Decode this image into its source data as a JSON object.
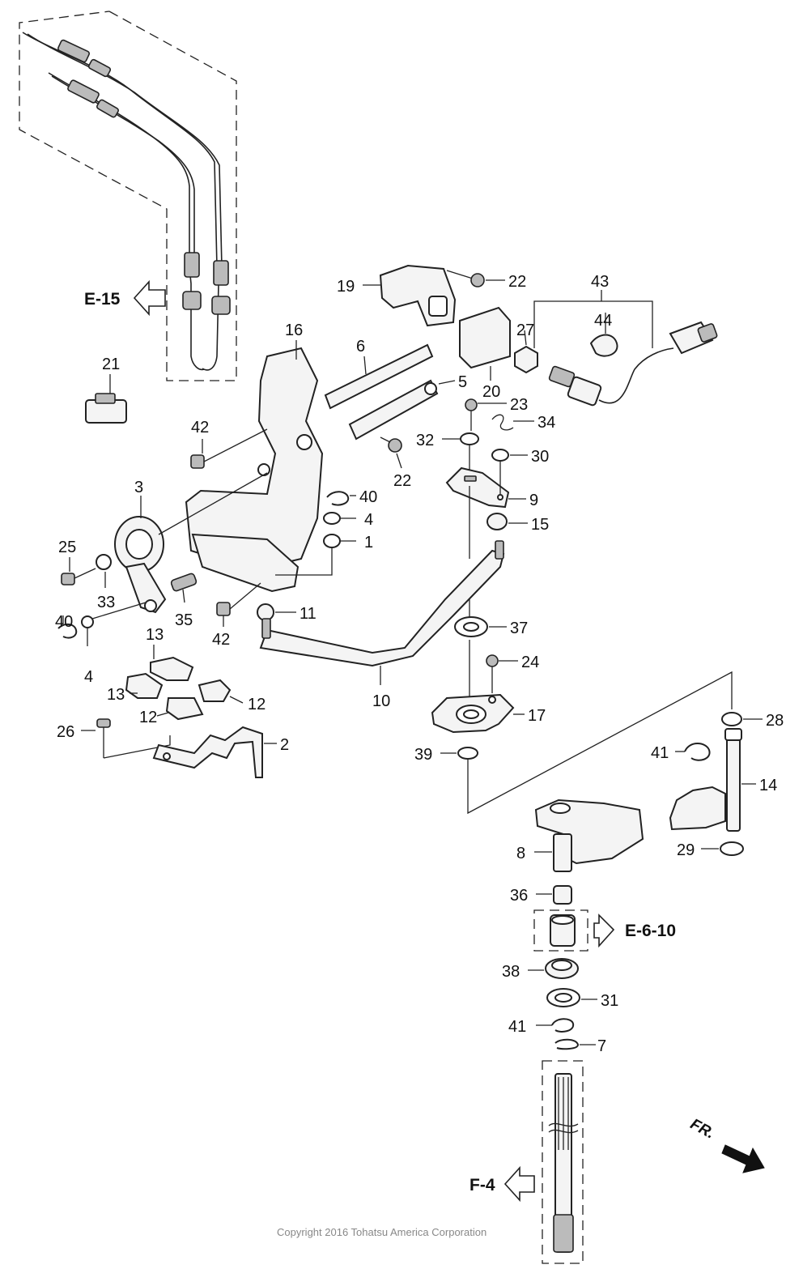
{
  "diagram": {
    "callouts": {
      "c1": "1",
      "c2": "2",
      "c3": "3",
      "c4a": "4",
      "c4b": "4",
      "c5": "5",
      "c6": "6",
      "c7": "7",
      "c8": "8",
      "c9": "9",
      "c10": "10",
      "c11": "11",
      "c12a": "12",
      "c12b": "12",
      "c13a": "13",
      "c13b": "13",
      "c14": "14",
      "c15": "15",
      "c16": "16",
      "c17": "17",
      "c19": "19",
      "c20": "20",
      "c21": "21",
      "c22a": "22",
      "c22b": "22",
      "c23": "23",
      "c24": "24",
      "c25": "25",
      "c26": "26",
      "c27": "27",
      "c28": "28",
      "c29": "29",
      "c30": "30",
      "c31": "31",
      "c32": "32",
      "c33": "33",
      "c34": "34",
      "c35": "35",
      "c36": "36",
      "c37": "37",
      "c38": "38",
      "c39": "39",
      "c40a": "40",
      "c40b": "40",
      "c41a": "41",
      "c41b": "41",
      "c42a": "42",
      "c42b": "42",
      "c43": "43",
      "c44": "44"
    },
    "references": {
      "e15": "E-15",
      "e610": "E-6-10",
      "f4": "F-4"
    },
    "front_marker": "FR.",
    "copyright": "Copyright 2016 Tohatsu America Corporation"
  }
}
